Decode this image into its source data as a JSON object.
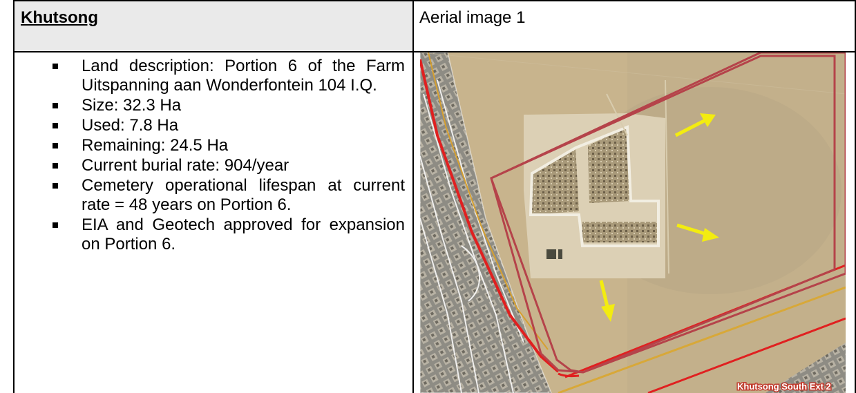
{
  "left": {
    "title": "Khutsong",
    "items": [
      "Land description: Portion 6 of the Farm Uitspanning aan Wonderfontein 104 I.Q.",
      "Size: 32.3 Ha",
      "Used: 7.8 Ha",
      "Remaining: 24.5 Ha",
      "Current burial rate: 904/year",
      "Cemetery operational lifespan at current rate = 48 years on Portion 6.",
      "EIA and Geotech approved for expansion on Portion 6."
    ]
  },
  "right": {
    "heading": "Aerial image 1",
    "map_label": "Khutsong South Ext 2"
  },
  "colors": {
    "boundary": "#b5434a",
    "road": "#e02020",
    "arrow": "#f3ec10",
    "terrain": "#c9b48c"
  }
}
